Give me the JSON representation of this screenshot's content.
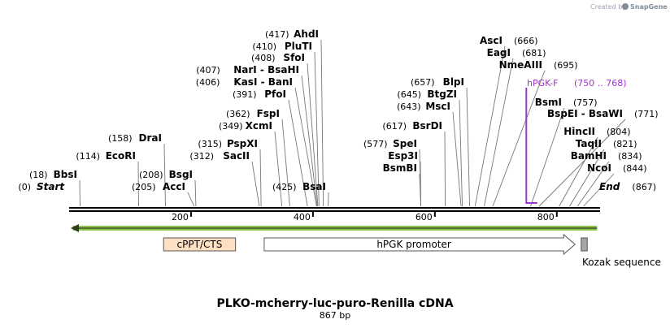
{
  "credit": {
    "prefix": "Created by",
    "brand": "SnapGene"
  },
  "map": {
    "title": "PLKO-mcherry-luc-puro-Renilla cDNA",
    "length_text": "867 bp",
    "length": 867,
    "start_label": "Start",
    "end_label": "End",
    "ticks": [
      {
        "pos": 200,
        "label": "200"
      },
      {
        "pos": 400,
        "label": "400"
      },
      {
        "pos": 600,
        "label": "600"
      },
      {
        "pos": 800,
        "label": "800"
      }
    ],
    "sites": [
      {
        "pos": 0,
        "name": "Start",
        "pos_text": "(0)"
      },
      {
        "pos": 18,
        "name": "BbsI",
        "pos_text": "(18)"
      },
      {
        "pos": 114,
        "name": "EcoRI",
        "pos_text": "(114)"
      },
      {
        "pos": 158,
        "name": "DraI",
        "pos_text": "(158)"
      },
      {
        "pos": 205,
        "name": "AccI",
        "pos_text": "(205)"
      },
      {
        "pos": 208,
        "name": "BsgI",
        "pos_text": "(208)"
      },
      {
        "pos": 312,
        "name": "SacII",
        "pos_text": "(312)"
      },
      {
        "pos": 315,
        "name": "PspXI",
        "pos_text": "(315)"
      },
      {
        "pos": 349,
        "name": "XcmI",
        "pos_text": "(349)"
      },
      {
        "pos": 362,
        "name": "FspI",
        "pos_text": "(362)"
      },
      {
        "pos": 391,
        "name": "PfoI",
        "pos_text": "(391)"
      },
      {
        "pos": 406,
        "name": "KasI - BanI",
        "pos_text": "(406)"
      },
      {
        "pos": 407,
        "name": "NarI - BsaHI",
        "pos_text": "(407)"
      },
      {
        "pos": 408,
        "name": "SfoI",
        "pos_text": "(408)"
      },
      {
        "pos": 410,
        "name": "PluTI",
        "pos_text": "(410)"
      },
      {
        "pos": 417,
        "name": "AhdI",
        "pos_text": "(417)"
      },
      {
        "pos": 425,
        "name": "BsaI",
        "pos_text": "(425)"
      },
      {
        "pos": 577,
        "name": "SpeI",
        "pos_text": "(577)"
      },
      {
        "pos": 577,
        "name": "Esp3I",
        "pos_text": ""
      },
      {
        "pos": 577,
        "name": "BsmBI",
        "pos_text": ""
      },
      {
        "pos": 617,
        "name": "BsrDI",
        "pos_text": "(617)"
      },
      {
        "pos": 643,
        "name": "MscI",
        "pos_text": "(643)"
      },
      {
        "pos": 645,
        "name": "BtgZI",
        "pos_text": "(645)"
      },
      {
        "pos": 657,
        "name": "BlpI",
        "pos_text": "(657)"
      },
      {
        "pos": 666,
        "name": "AscI",
        "pos_text": "(666)"
      },
      {
        "pos": 681,
        "name": "EagI",
        "pos_text": "(681)"
      },
      {
        "pos": 695,
        "name": "NmeAIII",
        "pos_text": "(695)"
      },
      {
        "pos": 757,
        "name": "BsmI",
        "pos_text": "(757)"
      },
      {
        "pos": 771,
        "name": "BspEI - BsaWI",
        "pos_text": "(771)"
      },
      {
        "pos": 804,
        "name": "HincII",
        "pos_text": "(804)"
      },
      {
        "pos": 821,
        "name": "TaqII",
        "pos_text": "(821)"
      },
      {
        "pos": 834,
        "name": "BamHI",
        "pos_text": "(834)"
      },
      {
        "pos": 844,
        "name": "NcoI",
        "pos_text": "(844)"
      },
      {
        "pos": 867,
        "name": "End",
        "pos_text": "(867)"
      }
    ],
    "primer": {
      "name": "hPGK-F",
      "range_text": "(750 .. 768)",
      "start": 750,
      "end": 768,
      "color": "#a033d0"
    },
    "features": [
      {
        "name": "cPPT/CTS",
        "start": 155,
        "end": 273,
        "type": "box",
        "fill": "#fde0c3",
        "stroke": "#555555"
      },
      {
        "name": "hPGK promoter",
        "start": 320,
        "end": 830,
        "type": "arrow",
        "fill": "#ffffff",
        "stroke": "#555555"
      },
      {
        "name": "Kozak sequence",
        "start": 840,
        "end": 850,
        "type": "box",
        "fill": "#a6a6a6",
        "stroke": "#555555"
      }
    ],
    "orf_arrow_color": "#8bc34a"
  }
}
